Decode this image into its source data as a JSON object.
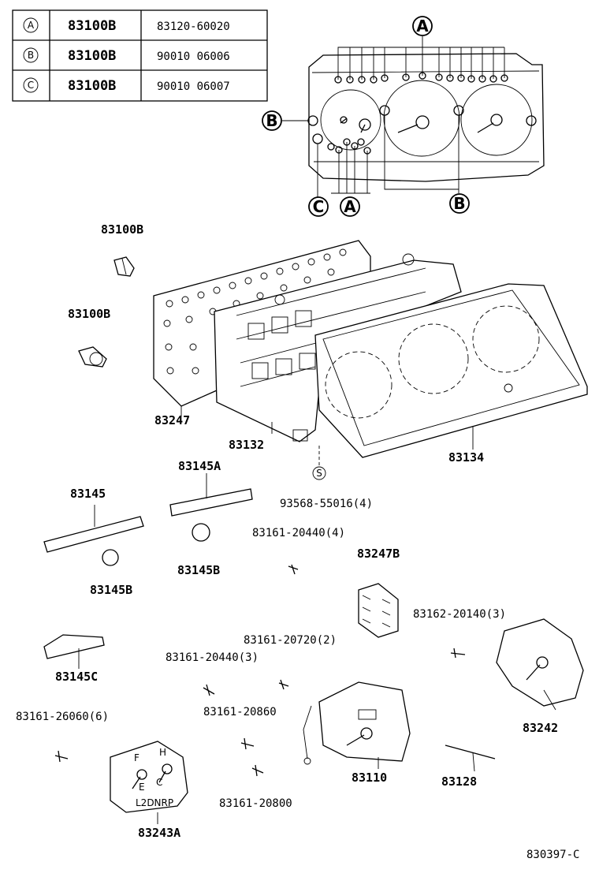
{
  "legend_table": {
    "rows": [
      {
        "key": "A",
        "part": "83100B",
        "number": "83120-60020"
      },
      {
        "key": "B",
        "part": "83100B",
        "number": "90010 06006"
      },
      {
        "key": "C",
        "part": "83100B",
        "number": "90010 06007"
      }
    ]
  },
  "callouts": {
    "a_top": "A",
    "b_left": "B",
    "c_bottom": "C",
    "a_bottom": "A",
    "b_bottom": "B",
    "s_circle": "S"
  },
  "labels": {
    "bulb_1": "83100B",
    "bulb_2": "83100B",
    "p83247": "83247",
    "p83132": "83132",
    "p83134": "83134",
    "p93568": "93568-55016(4)",
    "p83145A": "83145A",
    "p83145": "83145",
    "p83161_20440_4": "83161-20440(4)",
    "p83145B_right": "83145B",
    "p83145B_left": "83145B",
    "p83247B": "83247B",
    "p83162": "83162-20140(3)",
    "p83145C": "83145C",
    "p83161_20720": "83161-20720(2)",
    "p83161_20440_3": "83161-20440(3)",
    "p83161_26060": "83161-26060(6)",
    "p83161_20860": "83161-20860",
    "p83242": "83242",
    "p83110": "83110",
    "p83128": "83128",
    "p83161_20800": "83161-20800",
    "p83243A": "83243A",
    "gauge_face_text": "L2DNRP",
    "fuel_f": "F",
    "fuel_e": "E",
    "temp_h": "H",
    "temp_c": "C",
    "drawing_code": "830397-C"
  }
}
